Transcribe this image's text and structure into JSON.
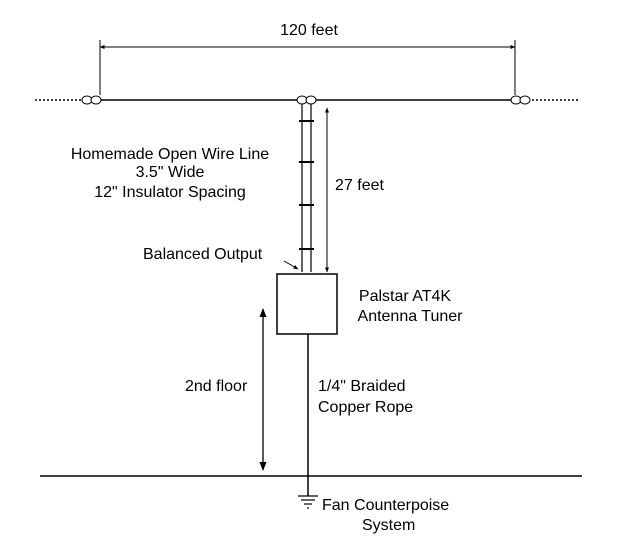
{
  "labels": {
    "span_length": "120 feet",
    "feedline_line1": "Homemade Open Wire Line",
    "feedline_line2": "3.5\" Wide",
    "feedline_line3": "12\" Insulator Spacing",
    "feedline_length": "27 feet",
    "balanced_output": "Balanced Output",
    "tuner_line1": "Palstar AT4K",
    "tuner_line2": "Antenna Tuner",
    "floor": "2nd floor",
    "rope_line1": "1/4\"  Braided",
    "rope_line2": "Copper Rope",
    "counterpoise_line1": "Fan Counterpoise",
    "counterpoise_line2": "System"
  },
  "colors": {
    "ink": "#000000",
    "background": "#ffffff"
  }
}
